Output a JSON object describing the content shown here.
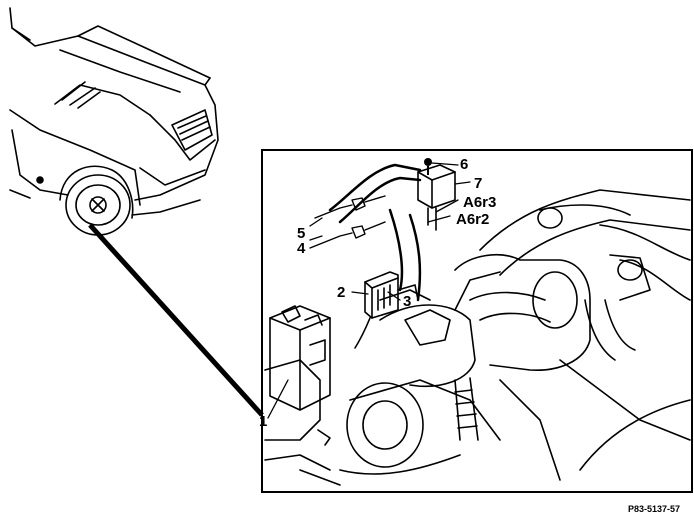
{
  "figure": {
    "labels": [
      {
        "id": "1",
        "text": "1"
      },
      {
        "id": "2",
        "text": "2"
      },
      {
        "id": "3",
        "text": "3"
      },
      {
        "id": "4",
        "text": "4"
      },
      {
        "id": "5",
        "text": "5"
      },
      {
        "id": "6",
        "text": "6"
      },
      {
        "id": "7",
        "text": "7"
      },
      {
        "id": "a6r3",
        "text": "A6r3"
      },
      {
        "id": "a6r2",
        "text": "A6r2"
      }
    ],
    "reference_code": "P83-5137-57"
  }
}
